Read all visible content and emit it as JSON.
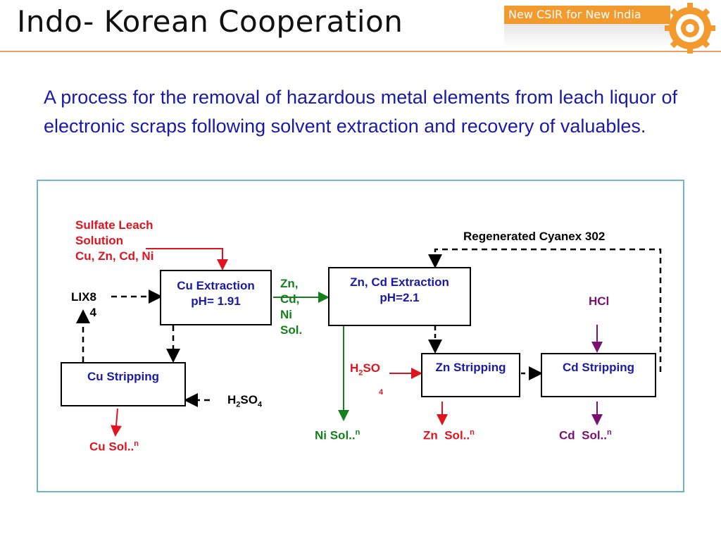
{
  "slide": {
    "title": "Indo- Korean Cooperation",
    "brand": "New CSIR for New India",
    "intro": "A process for the removal of hazardous metal elements from leach liquor of electronic scraps following solvent extraction and recovery of valuables."
  },
  "diagram": {
    "feed_label": "Sulfate Leach\nSolution\nCu, Zn, Cd, Ni",
    "lix_label": "LIX8\n4",
    "zn_cd_ni_label": "Zn,\nCd,\nNi\nSol.",
    "regenerated_label": "Regenerated Cyanex 302",
    "hcl_label": "HCl",
    "h2so4_left_base": "H",
    "h2so4_left_sub": "2",
    "h2so4_left_mid": "SO",
    "h2so4_left_sub2": "4",
    "h2so4_right_base": "H",
    "h2so4_right_sub": "2",
    "h2so4_right_mid": "SO",
    "h2so4_right_sub2": "4",
    "boxes": {
      "cu_extraction": "Cu Extraction\npH= 1.91",
      "zncd_extraction": "Zn, Cd Extraction\npH=2.1",
      "cu_stripping": "Cu Stripping",
      "zn_stripping": "Zn Stripping",
      "cd_stripping": "Cd Stripping"
    },
    "outputs": {
      "cu_sol": "Cu Sol..",
      "ni_sol": "Ni Sol..",
      "zn_sol": "Zn  Sol..",
      "cd_sol": "Cd  Sol..",
      "sup": "n"
    }
  },
  "colors": {
    "accent_orange": "#f39a2e",
    "panel_border": "#6fb6c6",
    "text_blue": "#1a1aa8",
    "red": "#e0141e",
    "green": "#14801c",
    "purple": "#7a1070"
  }
}
